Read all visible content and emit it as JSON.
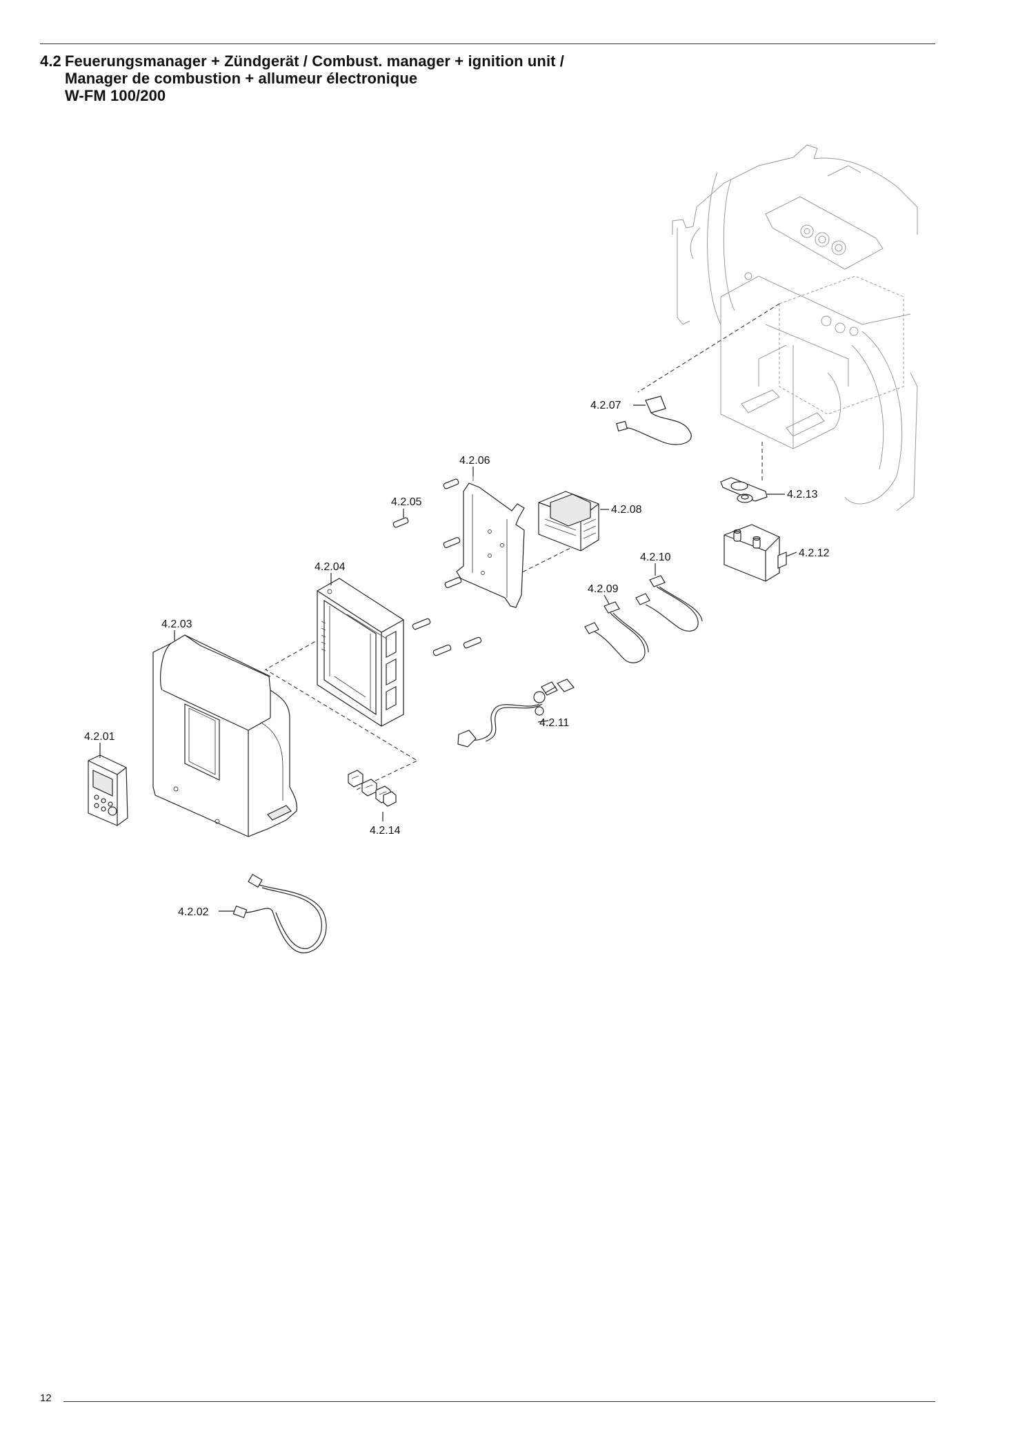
{
  "header": {
    "number": "4.2",
    "title_line1": "Feuerungsmanager + Zündgerät / Combust. manager + ignition unit /",
    "title_line2": "Manager de combustion + allumeur électronique",
    "title_line3": "W-FM 100/200"
  },
  "parts": [
    {
      "id": "p01",
      "label": "4.2.01",
      "icon": "display-unit-icon"
    },
    {
      "id": "p02",
      "label": "4.2.02",
      "icon": "connection-cable-icon"
    },
    {
      "id": "p03",
      "label": "4.2.03",
      "icon": "housing-cover-icon"
    },
    {
      "id": "p04",
      "label": "4.2.04",
      "icon": "combustion-manager-icon"
    },
    {
      "id": "p05",
      "label": "4.2.05",
      "icon": "spacer-bolt-icon"
    },
    {
      "id": "p06",
      "label": "4.2.06",
      "icon": "mounting-plate-icon"
    },
    {
      "id": "p07",
      "label": "4.2.07",
      "icon": "sensor-cable-icon"
    },
    {
      "id": "p08",
      "label": "4.2.08",
      "icon": "transformer-module-icon"
    },
    {
      "id": "p09",
      "label": "4.2.09",
      "icon": "cable-harness-icon"
    },
    {
      "id": "p10",
      "label": "4.2.10",
      "icon": "cable-harness-icon"
    },
    {
      "id": "p11",
      "label": "4.2.11",
      "icon": "cable-harness-icon"
    },
    {
      "id": "p12",
      "label": "4.2.12",
      "icon": "ignition-unit-icon"
    },
    {
      "id": "p13",
      "label": "4.2.13",
      "icon": "seal-grommet-icon"
    },
    {
      "id": "p14",
      "label": "4.2.14",
      "icon": "plug-connector-set-icon"
    }
  ],
  "footer": {
    "page_number": "12"
  }
}
